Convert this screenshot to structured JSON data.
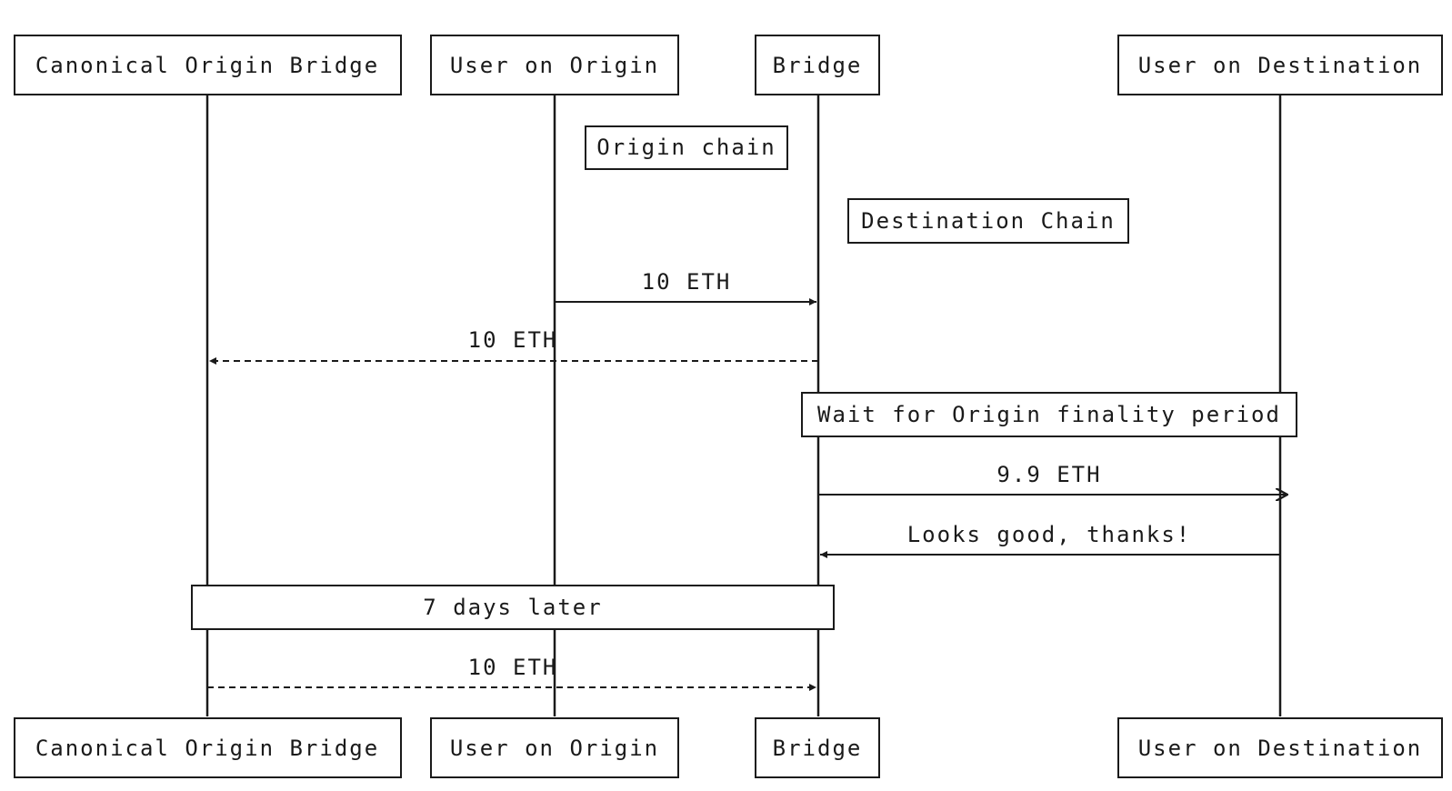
{
  "participants": {
    "canonical_bridge": "Canonical Origin Bridge",
    "user_origin": "User on Origin",
    "bridge": "Bridge",
    "user_destination": "User on Destination"
  },
  "notes": {
    "origin_chain": "Origin chain",
    "destination_chain": "Destination Chain",
    "wait_finality": "Wait for Origin finality period",
    "seven_days": "7 days later"
  },
  "messages": {
    "user_to_bridge": "10 ETH",
    "bridge_to_canonical": "10 ETH",
    "bridge_to_user_dest": "9.9 ETH",
    "user_dest_reply": "Looks good, thanks!",
    "canonical_to_bridge": "10 ETH"
  }
}
